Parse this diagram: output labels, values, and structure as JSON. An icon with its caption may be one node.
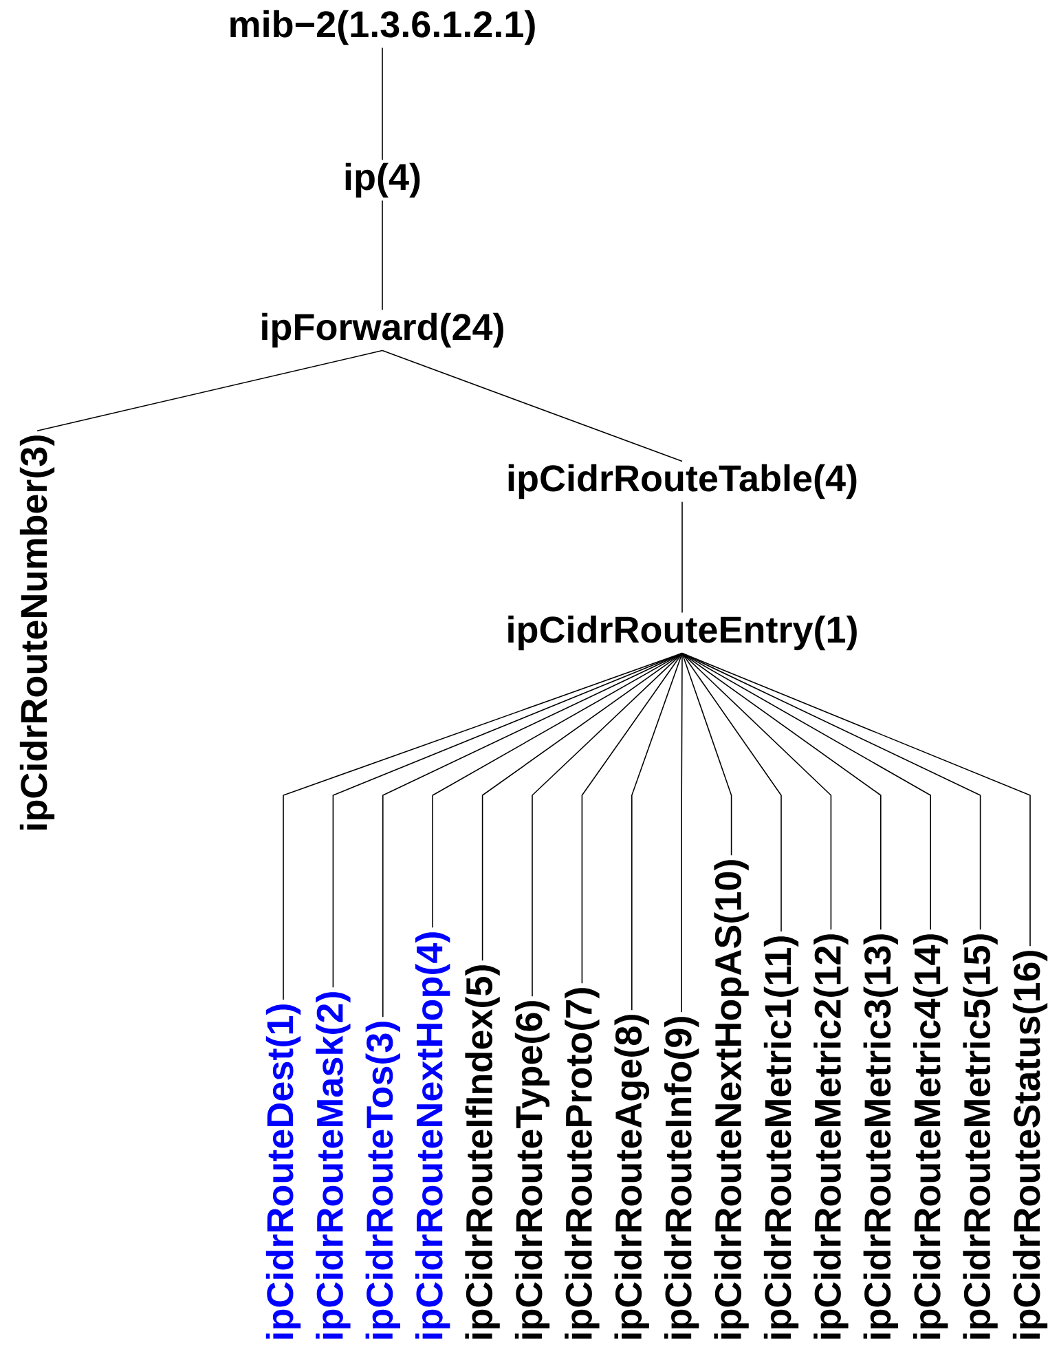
{
  "diagram": {
    "nodes": [
      {
        "text": [
          "mib−2(1.3.6.1.2.1)"
        ]
      },
      {
        "text": [
          "ip(4)"
        ]
      },
      {
        "text": [
          "ipForward(24)"
        ]
      },
      {
        "text": [
          "ipCidrRouteNumber(3)"
        ]
      },
      {
        "text": [
          "ipCidrRouteTable(4)"
        ]
      },
      {
        "text": [
          "ipCidrRouteEntry(1)"
        ]
      },
      {
        "text": [
          "ipCidrRouteDest(1)"
        ]
      },
      {
        "text": [
          "ipCidrRouteMask(2)"
        ]
      },
      {
        "text": [
          "ipCidrRouteTos(3)"
        ]
      },
      {
        "text": [
          "ipCidrRouteNextHop(4)"
        ]
      },
      {
        "text": [
          "ipCidrRouteIfIndex(5)"
        ]
      },
      {
        "text": [
          "ipCidrRouteType(6)"
        ]
      },
      {
        "text": [
          "ipCidrRouteProto(7)"
        ]
      },
      {
        "text": [
          "ipCidrRouteAge(8)"
        ]
      },
      {
        "text": [
          "ipCidrRouteInfo(9)"
        ]
      },
      {
        "text": [
          "ipCidrRouteNextHopAS(10)"
        ]
      },
      {
        "text": [
          "ipCidrRouteMetric1(11)"
        ]
      },
      {
        "text": [
          "ipCidrRouteMetric2(12)"
        ]
      },
      {
        "text": [
          "ipCidrRouteMetric3(13)"
        ]
      },
      {
        "text": [
          "ipCidrRouteMetric4(14)"
        ]
      },
      {
        "text": [
          "ipCidrRouteMetric5(15)"
        ]
      },
      {
        "text": [
          "ipCidrRouteStatus(16)"
        ]
      }
    ],
    "edges": [
      {
        "from": 0,
        "to": 1,
        "arrow": "none"
      },
      {
        "from": 1,
        "to": 2,
        "arrow": "none"
      },
      {
        "from": 2,
        "to": 3,
        "arrow": "none"
      },
      {
        "from": 2,
        "to": 4,
        "arrow": "none"
      },
      {
        "from": 4,
        "to": 5,
        "arrow": "none"
      },
      {
        "from": 5,
        "to": 6,
        "arrow": "none"
      },
      {
        "from": 5,
        "to": 7,
        "arrow": "none"
      },
      {
        "from": 5,
        "to": 8,
        "arrow": "none"
      },
      {
        "from": 5,
        "to": 9,
        "arrow": "none"
      },
      {
        "from": 5,
        "to": 10,
        "arrow": "none"
      },
      {
        "from": 5,
        "to": 11,
        "arrow": "none"
      },
      {
        "from": 5,
        "to": 12,
        "arrow": "none"
      },
      {
        "from": 5,
        "to": 13,
        "arrow": "none"
      },
      {
        "from": 5,
        "to": 14,
        "arrow": "none"
      },
      {
        "from": 5,
        "to": 15,
        "arrow": "none"
      },
      {
        "from": 5,
        "to": 16,
        "arrow": "none"
      },
      {
        "from": 5,
        "to": 17,
        "arrow": "none"
      },
      {
        "from": 5,
        "to": 18,
        "arrow": "none"
      },
      {
        "from": 5,
        "to": 19,
        "arrow": "none"
      },
      {
        "from": 5,
        "to": 20,
        "arrow": "none"
      },
      {
        "from": 5,
        "to": 21,
        "arrow": "none"
      }
    ]
  }
}
